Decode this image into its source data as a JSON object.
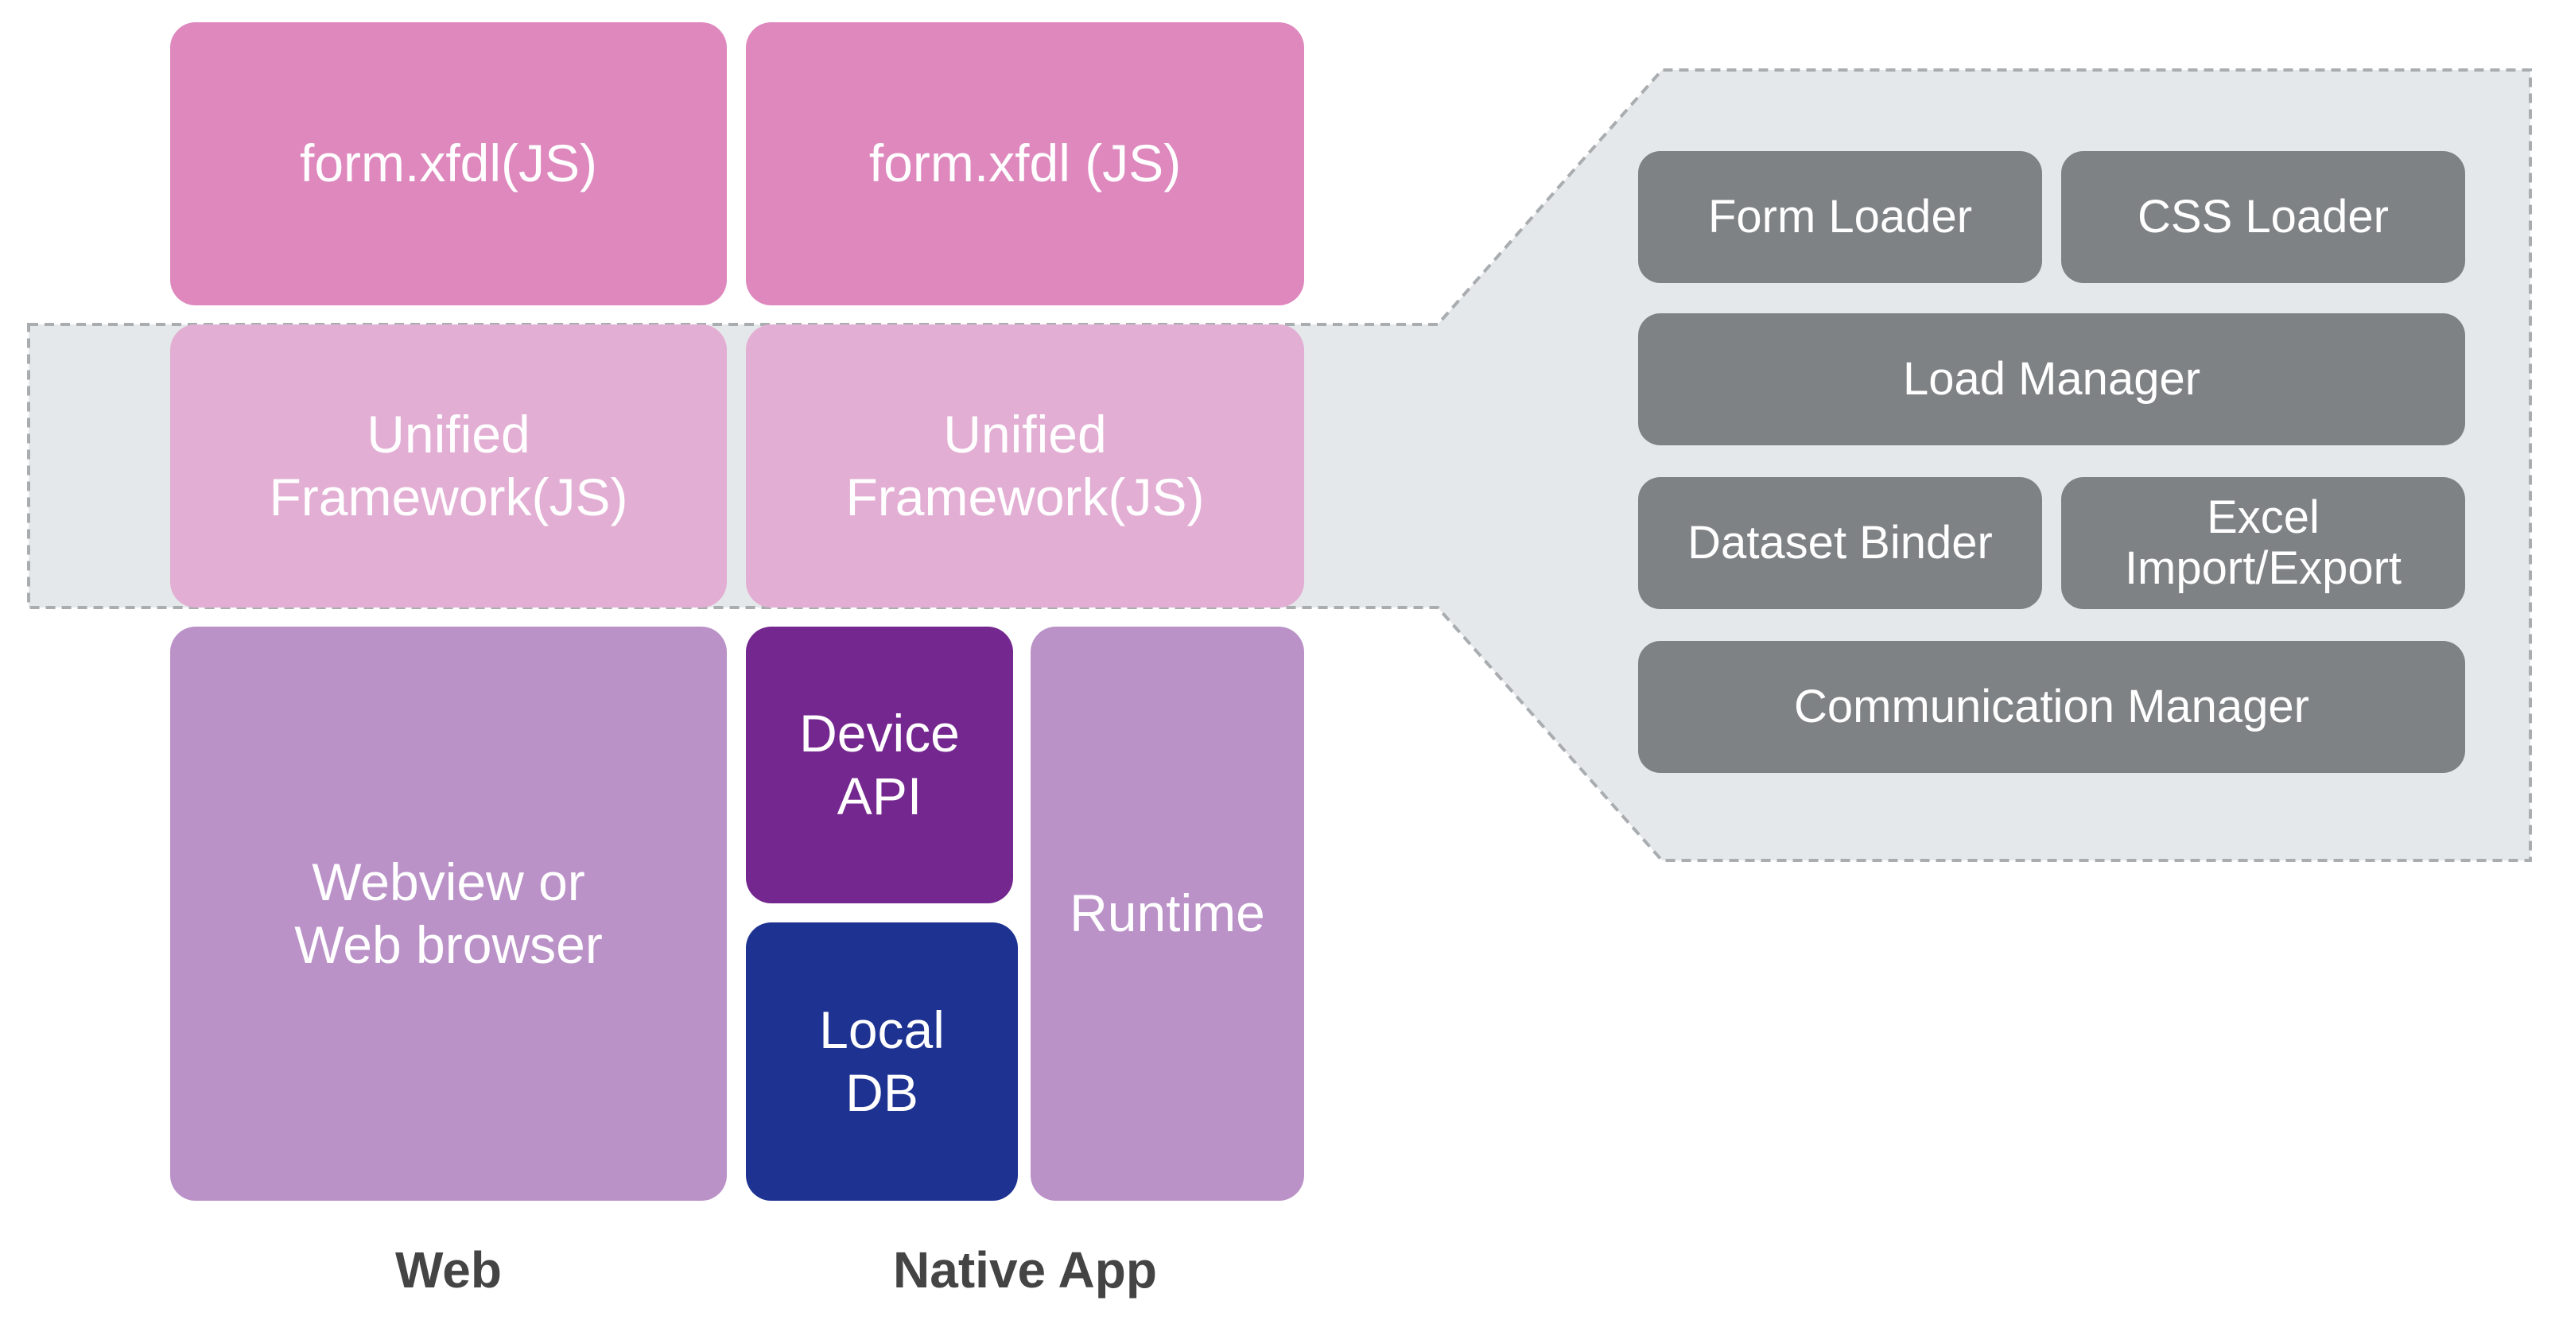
{
  "web": {
    "form": "form.xfdl(JS)",
    "framework": "Unified\nFramework(JS)",
    "webview": "Webview or\nWeb browser",
    "label": "Web"
  },
  "native": {
    "form": "form.xfdl (JS)",
    "framework": "Unified\nFramework(JS)",
    "device_api": "Device\nAPI",
    "local_db": "Local\nDB",
    "runtime": "Runtime",
    "label": "Native App"
  },
  "framework_modules": {
    "form_loader": "Form Loader",
    "css_loader": "CSS Loader",
    "load_manager": "Load Manager",
    "dataset_binder": "Dataset Binder",
    "excel": "Excel\nImport/Export",
    "communication_manager": "Communication Manager"
  },
  "colors": {
    "form_pink": "#de88bd",
    "framework_pink": "#e3aed3",
    "container_lilac": "#ba92c8",
    "device_api_purple": "#74278f",
    "local_db_navy": "#1e3391",
    "module_gray": "#7f8285",
    "callout_bg": "#e5e8ea"
  }
}
